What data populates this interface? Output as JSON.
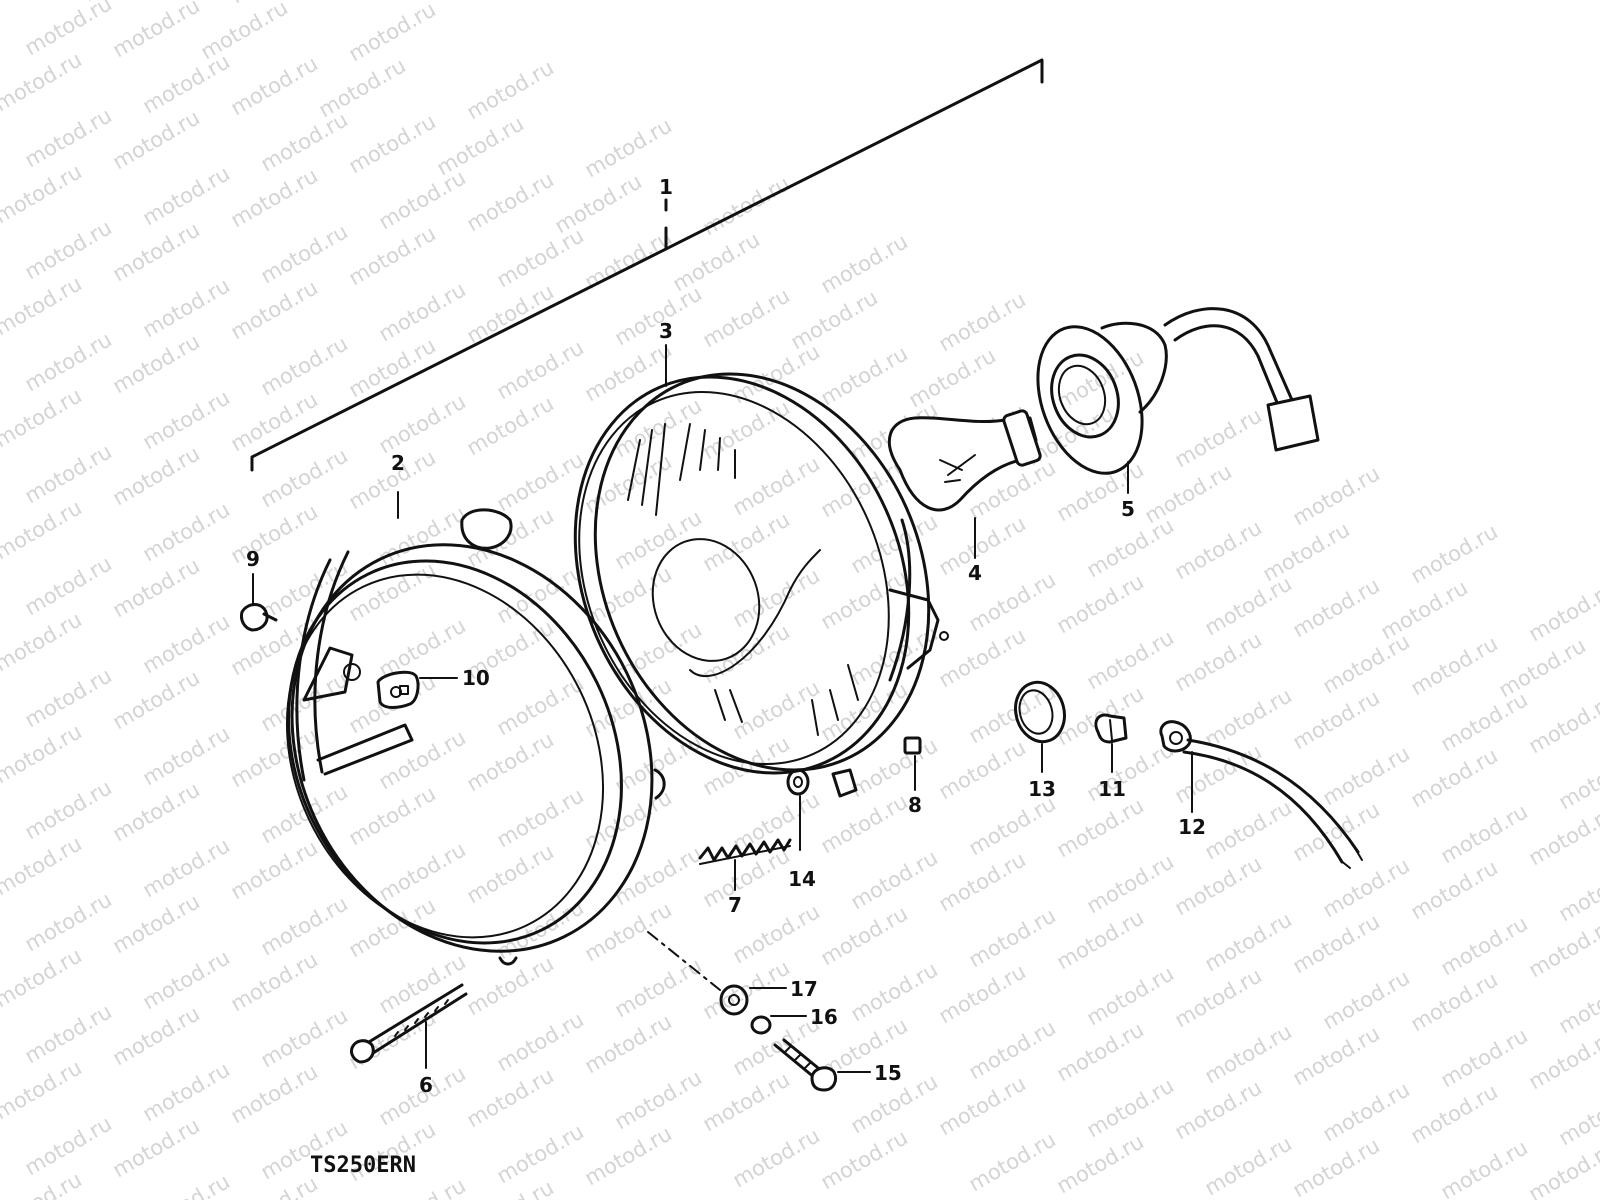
{
  "watermark": "motod.ru",
  "model": "TS250ERN",
  "callouts": {
    "c1": "1",
    "c2": "2",
    "c3": "3",
    "c4": "4",
    "c5": "5",
    "c6": "6",
    "c7": "7",
    "c8": "8",
    "c9": "9",
    "c10": "10",
    "c11": "11",
    "c12": "12",
    "c13": "13",
    "c14": "14",
    "c15": "15",
    "c16": "16",
    "c17": "17"
  }
}
